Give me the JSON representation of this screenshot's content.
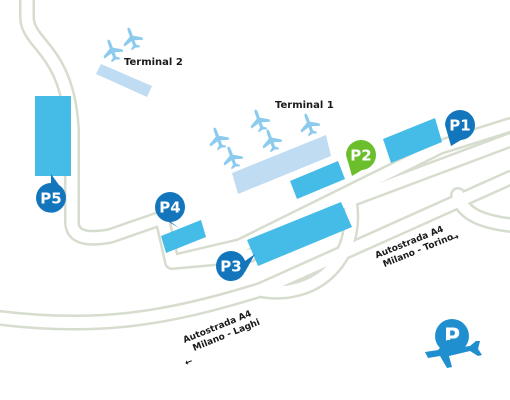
{
  "colors": {
    "background": "#ffffff",
    "road_fill": "#ffffff",
    "road_casing": "#d6ddcf",
    "terminal_building": "#bfdcf3",
    "parking_area": "#45bbe8",
    "parking_pin": "#1376bd",
    "parking_pin_highlight": "#6bbf2d",
    "plane_icon": "#8ccbee",
    "logo": "#1f8fd0"
  },
  "terminals": [
    {
      "label": "Terminal 2"
    },
    {
      "label": "Terminal 1"
    }
  ],
  "parkings": [
    {
      "label": "P1",
      "highlighted": false
    },
    {
      "label": "P2",
      "highlighted": true
    },
    {
      "label": "P3",
      "highlighted": false
    },
    {
      "label": "P4",
      "highlighted": false
    },
    {
      "label": "P5",
      "highlighted": false
    }
  ],
  "roads": [
    {
      "label_line1": "Autostrada A4",
      "label_line2": "Milano - Torino",
      "arrow": "→"
    },
    {
      "label_line1": "Autostrada A4",
      "label_line2": "Milano - Laghi",
      "arrow": "←"
    }
  ],
  "logo": {
    "letter": "P",
    "icons": [
      "parking-icon",
      "airplane-icon"
    ]
  }
}
